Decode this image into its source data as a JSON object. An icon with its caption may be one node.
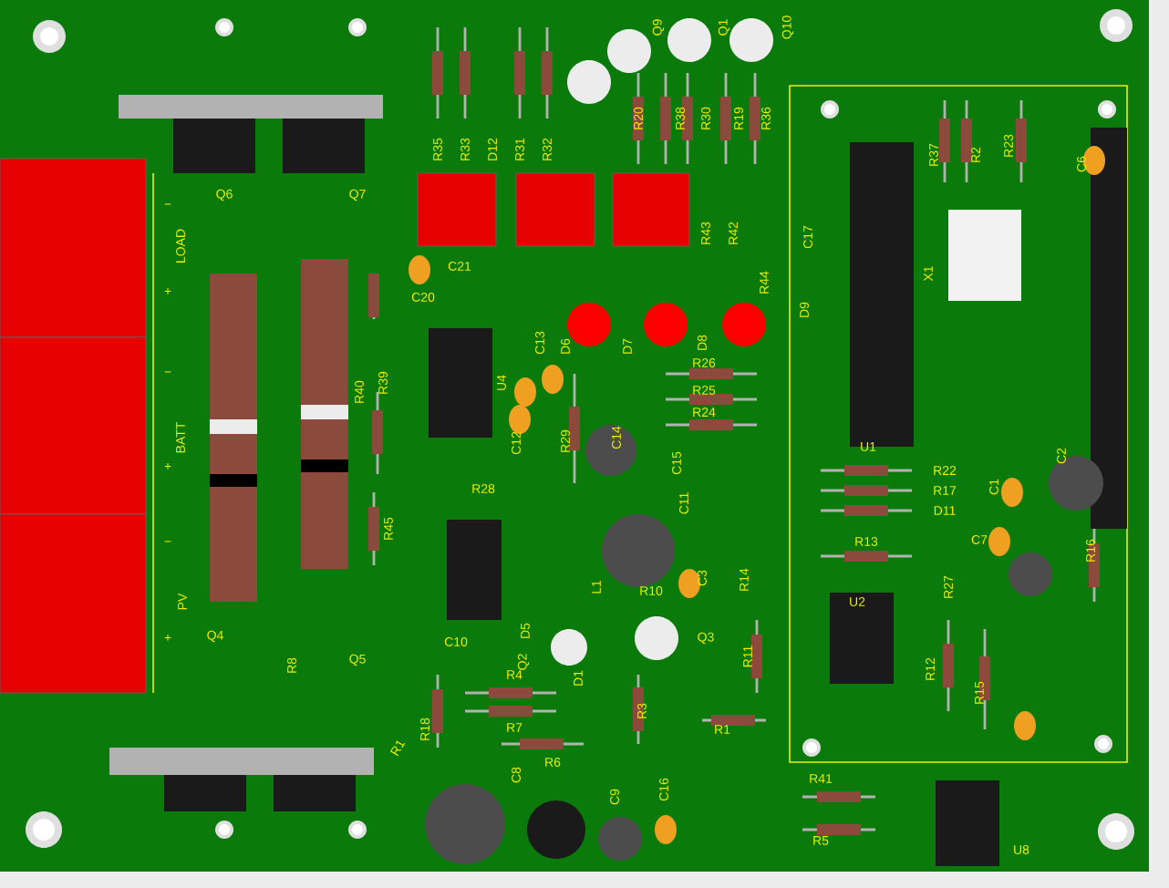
{
  "diagram": {
    "labels": [
      "Q9",
      "Q1",
      "Q10",
      "Q6",
      "Q7",
      "R35",
      "R33",
      "D12",
      "R31",
      "R32",
      "R20",
      "R38",
      "R30",
      "R19",
      "R36",
      "R37",
      "R2",
      "R23",
      "C6",
      "−",
      "LOAD",
      "+",
      "R43",
      "R42",
      "C17",
      "X1",
      "C21",
      "C20",
      "R44",
      "−",
      "BATT",
      "+",
      "R39",
      "R40",
      "U4",
      "C13",
      "D6",
      "D7",
      "D8",
      "D9",
      "C12",
      "R29",
      "R26",
      "R25",
      "R24",
      "C14",
      "C15",
      "C11",
      "U1",
      "R22",
      "R17",
      "D11",
      "C2",
      "C1",
      "R28",
      "R45",
      "R13",
      "C7",
      "R16",
      "−",
      "PV",
      "+",
      "L1",
      "R10",
      "C3",
      "R14",
      "R27",
      "U2",
      "Q4",
      "R8",
      "Q5",
      "C10",
      "D5",
      "Q2",
      "D1",
      "Q3",
      "R11",
      "R12",
      "R15",
      "R18",
      "R4",
      "R7",
      "R1",
      "R6",
      "R3",
      "R1",
      "C8",
      "C9",
      "C16",
      "R41",
      "R5",
      "U8"
    ]
  }
}
